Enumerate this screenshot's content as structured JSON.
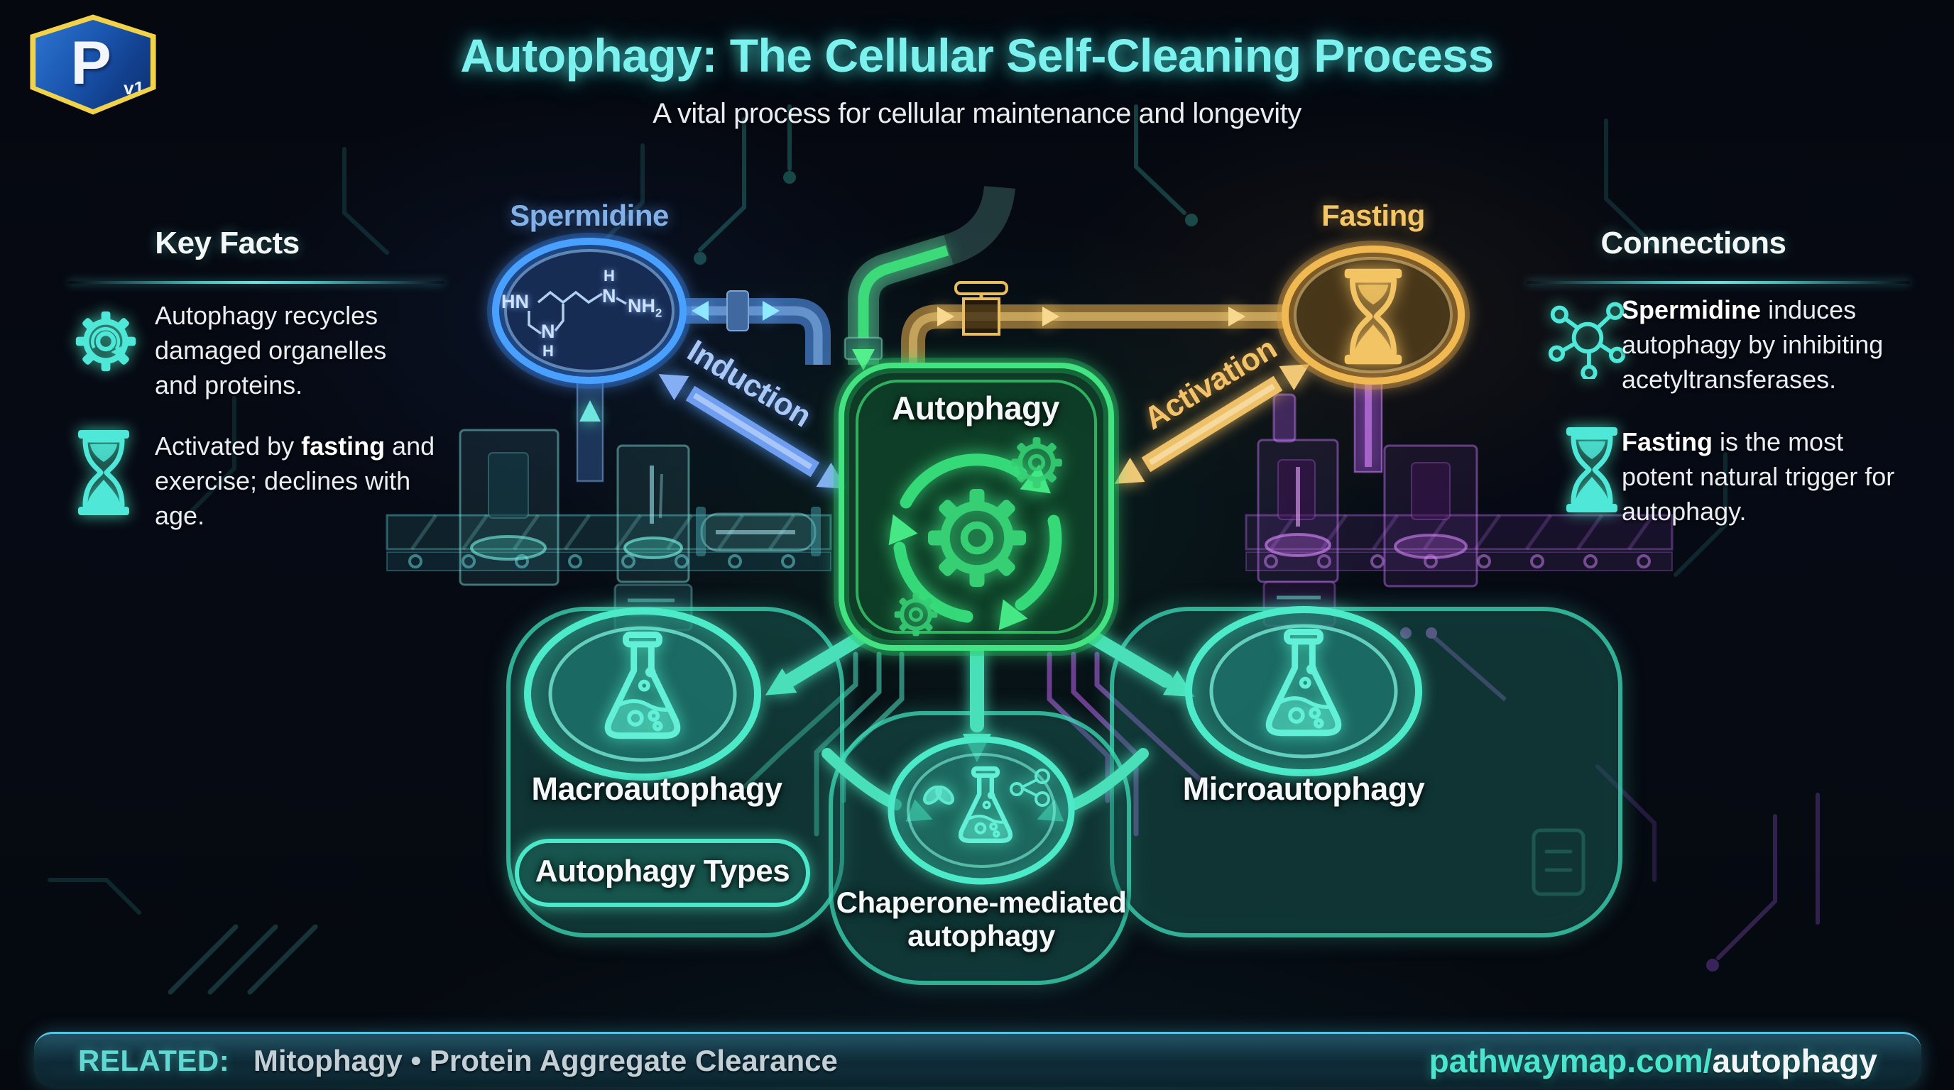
{
  "logo": {
    "letter": "P",
    "version": "v1"
  },
  "header": {
    "title": "Autophagy: The Cellular Self-Cleaning Process",
    "subtitle": "A vital process for cellular maintenance and longevity"
  },
  "key_facts": {
    "title": "Key Facts",
    "items": [
      {
        "icon": "gear-recycle-icon",
        "pre": "Autophagy recycles damaged organelles and proteins.",
        "bold": "",
        "post": ""
      },
      {
        "icon": "hourglass-icon",
        "pre": "Activated by ",
        "bold": "fasting",
        "post": " and exercise; declines with age."
      }
    ]
  },
  "connections": {
    "title": "Connections",
    "items": [
      {
        "icon": "molecule-icon",
        "pre": "",
        "bold": "Spermidine",
        "post": " induces autophagy by inhibiting acetyltransferases."
      },
      {
        "icon": "hourglass-filled-icon",
        "pre": "",
        "bold": "Fasting",
        "post": " is the most potent natural trigger for autophagy."
      }
    ]
  },
  "diagram": {
    "nodes": {
      "spermidine": {
        "label": "Spermidine"
      },
      "fasting": {
        "label": "Fasting"
      },
      "autophagy": {
        "label": "Autophagy"
      },
      "macroautophagy": {
        "label": "Macroautophagy"
      },
      "chaperone": {
        "label": "Chaperone-mediated autophagy"
      },
      "microautophagy": {
        "label": "Microautophagy"
      }
    },
    "edges": {
      "induction": "Induction",
      "activation": "Activation"
    },
    "types_label": "Autophagy Types",
    "chemical": {
      "hn": "HN",
      "n_top": "N",
      "h_top": "H",
      "nh2_base": "NH",
      "nh2_sub": "2",
      "n_bottom": "N",
      "h_bottom": "H"
    }
  },
  "footer": {
    "related_label": "RELATED:",
    "related_items": "Mitophagy • Protein Aggregate Clearance",
    "url_prefix": "pathwaymap.com/",
    "url_suffix": "autophagy"
  },
  "colors": {
    "accent_cyan": "#7df1ee",
    "teal": "#4ae8c8",
    "green": "#3fe27e",
    "blue": "#4f9ef0",
    "gold": "#f2c260",
    "purple": "#b05ce8",
    "url_teal": "#4be4cf"
  }
}
